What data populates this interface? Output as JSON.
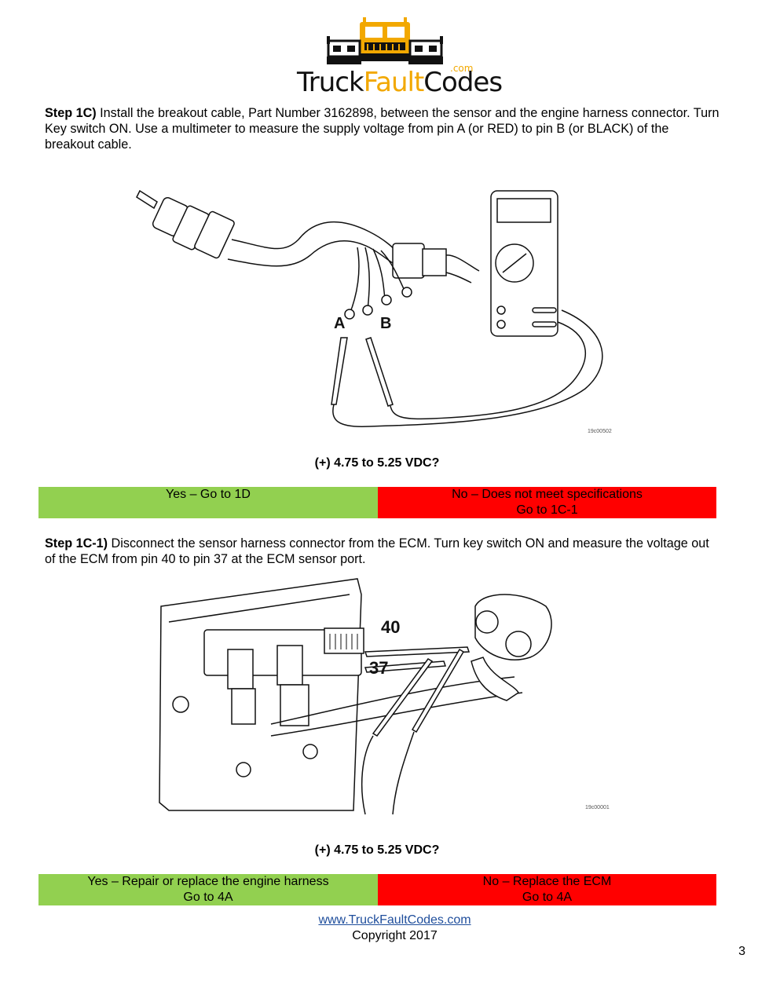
{
  "logo": {
    "text_truck": "Truck",
    "text_fault": "Fault",
    "text_codes": "Codes",
    "text_dotcom": ".com",
    "accent_color": "#f2a800"
  },
  "step1c": {
    "label": "Step 1C)",
    "text": " Install the breakout cable, Part Number 3162898, between the sensor and the engine harness connector. Turn Key switch ON. Use a multimeter to measure the supply voltage from pin A (or RED) to pin B (or BLACK) of the breakout cable."
  },
  "figure1": {
    "label_a": "A",
    "label_b": "B",
    "code": "19c00502"
  },
  "question1": "(+) 4.75 to 5.25 VDC?",
  "decision1": {
    "yes": "Yes – Go to 1D",
    "no_line1": "No – Does not meet specifications",
    "no_line2": "Go to 1C-1",
    "yes_color": "#92d050",
    "no_color": "#ff0000"
  },
  "step1c1": {
    "label": "Step 1C-1)",
    "text": " Disconnect the sensor harness connector from the ECM. Turn key switch ON and measure the voltage out of the ECM from pin 40 to pin 37 at the ECM sensor port."
  },
  "figure2": {
    "label_40": "40",
    "label_37": "37",
    "code": "19c00001"
  },
  "question2": "(+) 4.75 to 5.25 VDC?",
  "decision2": {
    "yes_line1": "Yes – Repair or replace the engine harness",
    "yes_line2": "Go to 4A",
    "no_line1": "No – Replace the ECM",
    "no_line2": "Go to 4A"
  },
  "footer": {
    "link": "www.TruckFaultCodes.com",
    "copyright": "Copyright 2017"
  },
  "page_number": "3"
}
